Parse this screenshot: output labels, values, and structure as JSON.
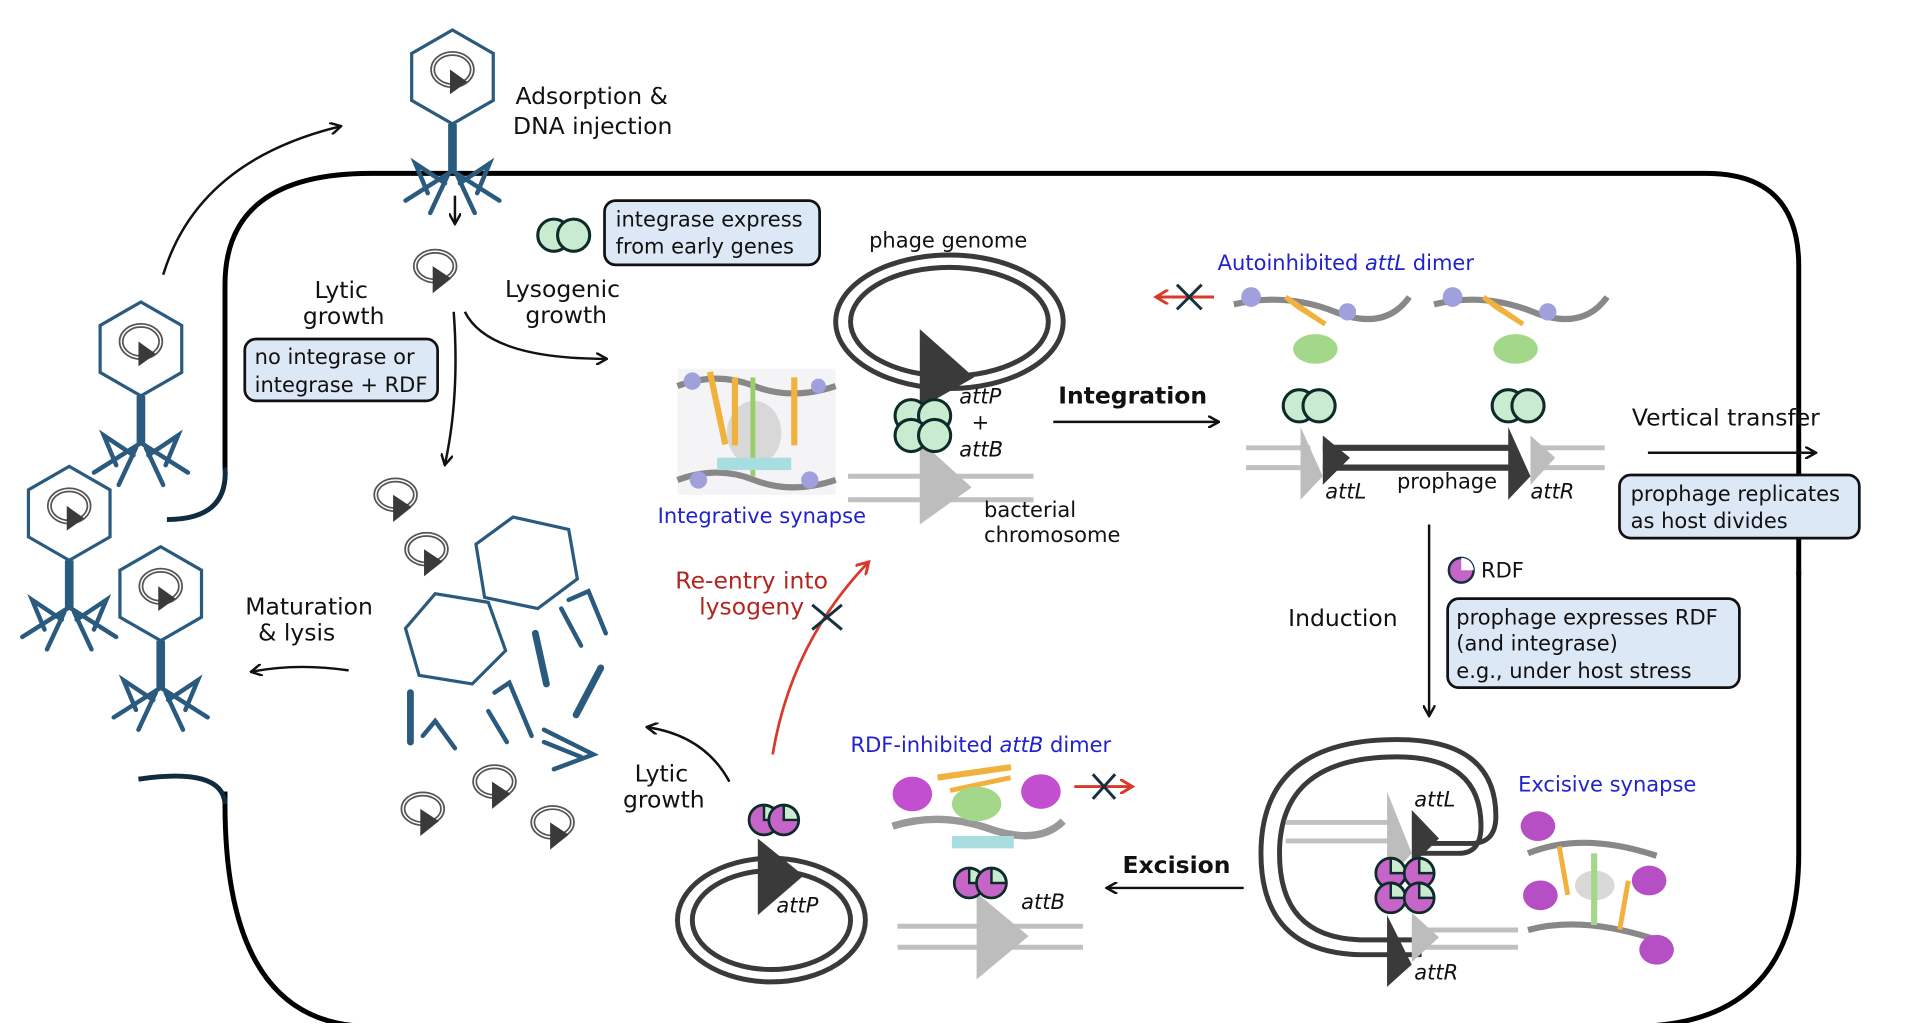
{
  "labels": {
    "adsorption": [
      "Adsorption &",
      "DNA injection"
    ],
    "integrase_box": [
      "integrase express",
      "from early genes"
    ],
    "lytic_growth_top": [
      "Lytic",
      "growth"
    ],
    "lysogenic_growth": [
      "Lysogenic",
      "growth"
    ],
    "no_integrase_box": [
      "no integrase or",
      "integrase + RDF"
    ],
    "phage_genome": "phage genome",
    "attP": "attP",
    "plus": "+",
    "attB": "attB",
    "integrative_synapse": "Integrative synapse",
    "bacterial_chromosome": [
      "bacterial",
      "chromosome"
    ],
    "integration": "Integration",
    "autoinhibited_prefix": "Autoinhibited ",
    "autoinhibited_ital": "attL",
    "autoinhibited_suffix": " dimer",
    "attL": "attL",
    "prophage": "prophage",
    "attR": "attR",
    "vertical_transfer": "Vertical transfer",
    "prophage_replicates_box": [
      "prophage replicates",
      "as host divides"
    ],
    "rdf": "RDF",
    "induction": "Induction",
    "prophage_expresses_box": [
      "prophage expresses RDF",
      "(and integrase)",
      "e.g., under host stress"
    ],
    "maturation": [
      "Maturation",
      "& lysis"
    ],
    "reentry": [
      "Re-entry into",
      "lysogeny"
    ],
    "lytic_growth_bottom": [
      "Lytic",
      "growth"
    ],
    "rdf_inhibited_prefix": "RDF-inhibited ",
    "rdf_inhibited_ital": "attB",
    "rdf_inhibited_suffix": " dimer",
    "excision": "Excision",
    "excisive_synapse": "Excisive synapse"
  },
  "colors": {
    "phage": "#2a5a7e",
    "integrase": "#c9ecd0",
    "rdf": "#c565c8",
    "box_fill": "#dde8f6",
    "structure_label": "#2222cc",
    "blocked_arrow": "#d8392b",
    "reentry_label": "#b3261e"
  }
}
